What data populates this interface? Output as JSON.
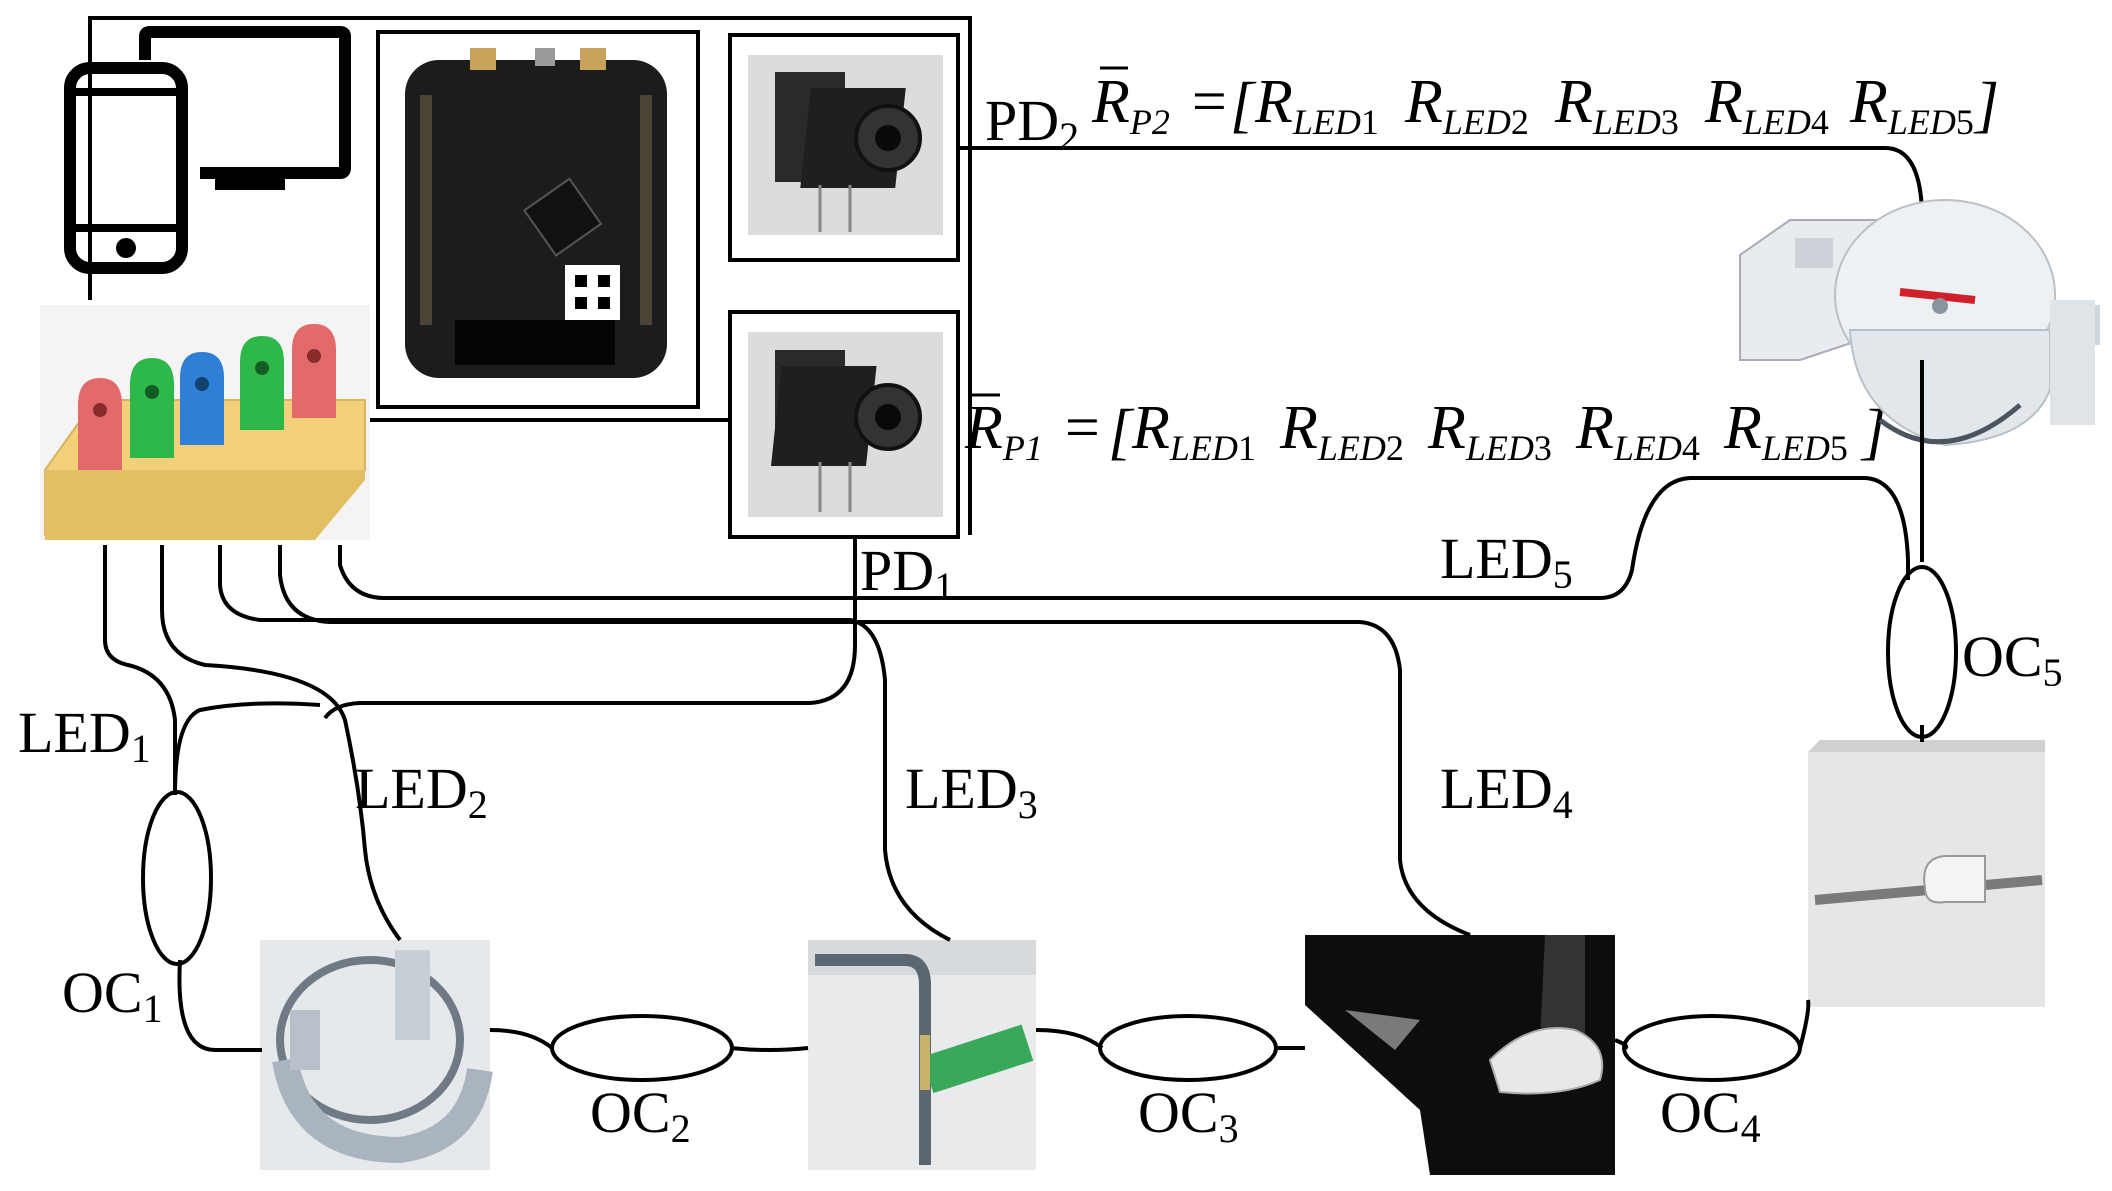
{
  "colors": {
    "line": "#000000",
    "board": "#1c1c1c",
    "pin_red": "#e36a6a",
    "pin_green": "#2eb84a",
    "pin_blue": "#2f7fd6",
    "base_wood": "#f2d07a",
    "marker_red": "#d0202a"
  },
  "icons": [
    "phone-icon",
    "monitor-icon"
  ],
  "labels": {
    "pd2": {
      "base": "PD",
      "sub": "2"
    },
    "pd1": {
      "base": "PD",
      "sub": "1"
    },
    "led1": {
      "base": "LED",
      "sub": "1"
    },
    "led2": {
      "base": "LED",
      "sub": "2"
    },
    "led3": {
      "base": "LED",
      "sub": "3"
    },
    "led4": {
      "base": "LED",
      "sub": "4"
    },
    "led5": {
      "base": "LED",
      "sub": "5"
    },
    "oc1": {
      "base": "OC",
      "sub": "1"
    },
    "oc2": {
      "base": "OC",
      "sub": "2"
    },
    "oc3": {
      "base": "OC",
      "sub": "3"
    },
    "oc4": {
      "base": "OC",
      "sub": "4"
    },
    "oc5": {
      "base": "OC",
      "sub": "5"
    }
  },
  "equations": {
    "rp2": {
      "lhs": "R",
      "lhs_sub": "P2",
      "eq": "=",
      "terms": [
        {
          "base": "R",
          "sub": "LED",
          "num": "1"
        },
        {
          "base": "R",
          "sub": "LED",
          "num": "2"
        },
        {
          "base": "R",
          "sub": "LED",
          "num": "3"
        },
        {
          "base": "R",
          "sub": "LED",
          "num": "4"
        },
        {
          "base": "R",
          "sub": "LED",
          "num": "5"
        }
      ]
    },
    "rp1": {
      "lhs": "R",
      "lhs_sub": "P1",
      "eq": "=",
      "terms": [
        {
          "base": "R",
          "sub": "LED",
          "num": "1"
        },
        {
          "base": "R",
          "sub": "LED",
          "num": "2"
        },
        {
          "base": "R",
          "sub": "LED",
          "num": "3"
        },
        {
          "base": "R",
          "sub": "LED",
          "num": "4"
        },
        {
          "base": "R",
          "sub": "LED",
          "num": "5"
        }
      ]
    }
  }
}
